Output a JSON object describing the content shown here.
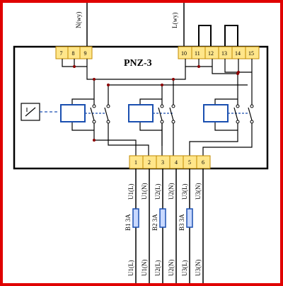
{
  "device": {
    "title": "PNZ-3",
    "input_terminals_left": [
      "7",
      "8",
      "9"
    ],
    "input_terminals_right": [
      "10",
      "11",
      "12",
      "13",
      "14",
      "15"
    ],
    "output_terminals": [
      "1",
      "2",
      "3",
      "4",
      "5",
      "6"
    ]
  },
  "supply": {
    "neutral_label": "N(wy)",
    "line_label": "L(wy)"
  },
  "outputs_upper": [
    "U1(L)",
    "U1(N)",
    "U2(L)",
    "U2(N)",
    "U3(L)",
    "U3(N)"
  ],
  "fuses": [
    "B1 3A",
    "B2 3A",
    "B3 3A"
  ],
  "outputs_lower": [
    "U1(L)",
    "U1(N)",
    "U2(L)",
    "U2(N)",
    "U3(L)",
    "U3(N)"
  ],
  "colors": {
    "frame": "#e00000",
    "terminal_fill": "#ffe68a",
    "terminal_border": "#c08a00",
    "coil_fill": "#ffffff",
    "coil_stroke": "#1a4fb0",
    "fuse_fill": "#c9d9ff",
    "fuse_stroke": "#1a4fb0",
    "junction": "#8b0000",
    "wire": "#000000"
  },
  "icons": [
    "timer-icon"
  ]
}
